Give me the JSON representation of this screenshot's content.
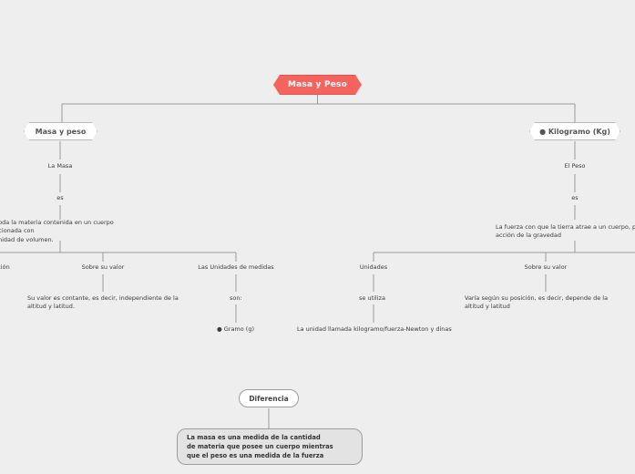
{
  "diagram": {
    "title": "Masa y Peso",
    "background_color": "#eeeeee",
    "accent_color": "#f4645f",
    "line_color": "#9a9a9a",
    "nodes": {
      "root": "Masa y Peso",
      "branch_left": "Masa y peso",
      "branch_right": "● Kilogramo (Kg)",
      "left": {
        "subtitle": "La Masa",
        "connector": "es",
        "definition": "Es toda la materia contenida en un cuerpo relacionada con\nla unidad de volumen.",
        "col1_head": "Su ubicación",
        "col2_head": "Sobre su valor",
        "col2_text": "Su valor es contante, es decir, independiente de la\naltitud y latitud.",
        "col3_head": "Las Unidades de medidas",
        "col3_connector": "son:",
        "col3_item": "● Gramo (g)"
      },
      "right": {
        "subtitle": "El Peso",
        "connector": "es",
        "definition": "La fuerza con que la tierra atrae a un cuerpo, por la\nacción de la gravedad",
        "col1_head": "Unidades",
        "col1_connector": "se utiliza",
        "col1_text": "La unidad llamada kilogramo/fuerza-Newton y dinas",
        "col2_head": "Sobre su valor",
        "col2_text": "Varía según su posición, es decir, depende de la\naltitud y latitud"
      },
      "difference_label": "Diferencia",
      "difference_text": "La masa es una medida de la cantidad\nde materia que posee un cuerpo mientras\nque el peso es una medida de la fuerza"
    }
  }
}
